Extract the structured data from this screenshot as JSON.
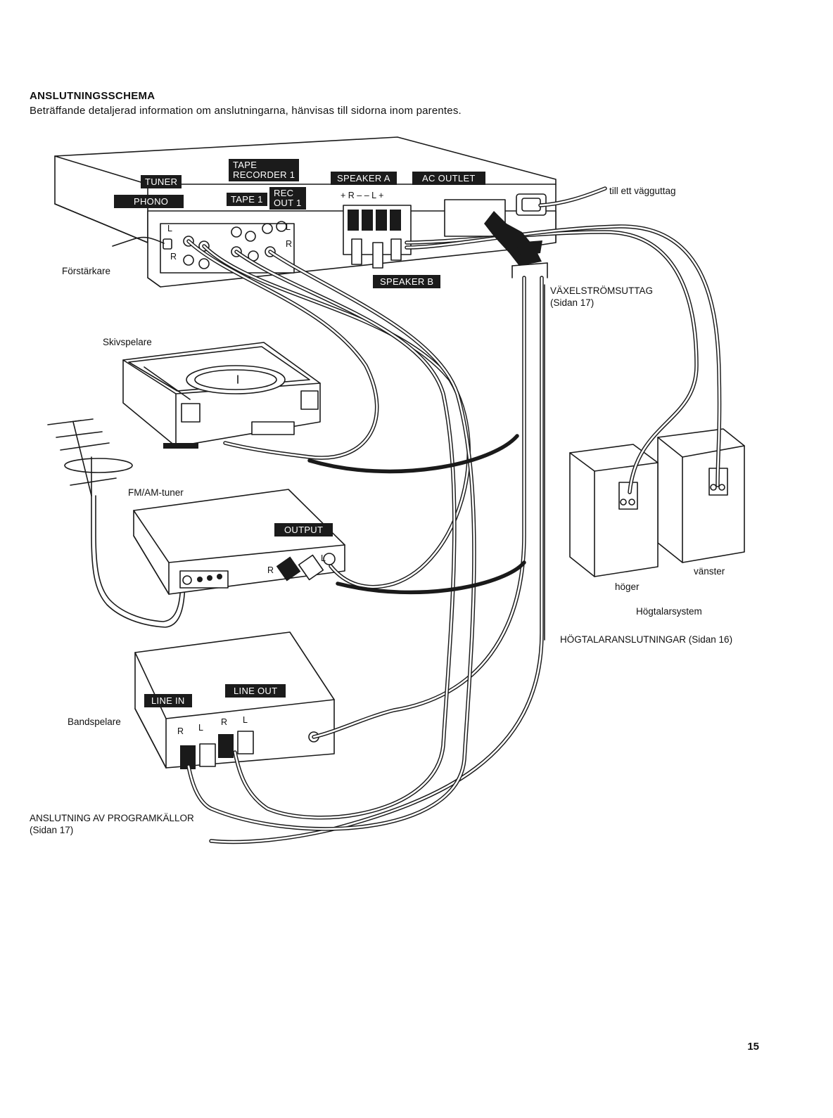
{
  "heading": "ANSLUTNINGSSCHEMA",
  "intro": "Beträffande detaljerad information om anslutningarna, hänvisas till sidorna inom parentes.",
  "devices": {
    "amplifier": "Förstärkare",
    "turntable": "Skivspelare",
    "tuner": "FM/AM-tuner",
    "tape_deck": "Bandspelare",
    "speaker_right": "höger",
    "speaker_left": "vänster",
    "speaker_system": "Högtalarsystem"
  },
  "tags": {
    "tuner": "TUNER",
    "phono": "PHONO",
    "tape_recorder_1": "TAPE\nRECORDER 1",
    "tape_1": "TAPE 1",
    "rec_out_1": "REC\nOUT 1",
    "speaker_a": "SPEAKER A",
    "ac_outlet": "AC OUTLET",
    "speaker_b": "SPEAKER B",
    "output": "OUTPUT",
    "line_in": "LINE IN",
    "line_out": "LINE OUT"
  },
  "pins": {
    "speaker_polarity": "+ R –    – L +",
    "l": "L",
    "r": "R"
  },
  "notes": {
    "wall_outlet": "till ett vägguttag",
    "ac_outlet_title": "VÄXELSTRÖMSUTTAG",
    "ac_outlet_page": "(Sidan 17)",
    "speaker_connections": "HÖGTALARANSLUTNINGAR (Sidan 16)",
    "program_sources_title": "ANSLUTNING AV PROGRAMKÄLLOR",
    "program_sources_page": "(Sidan 17)"
  },
  "page_number": "15"
}
